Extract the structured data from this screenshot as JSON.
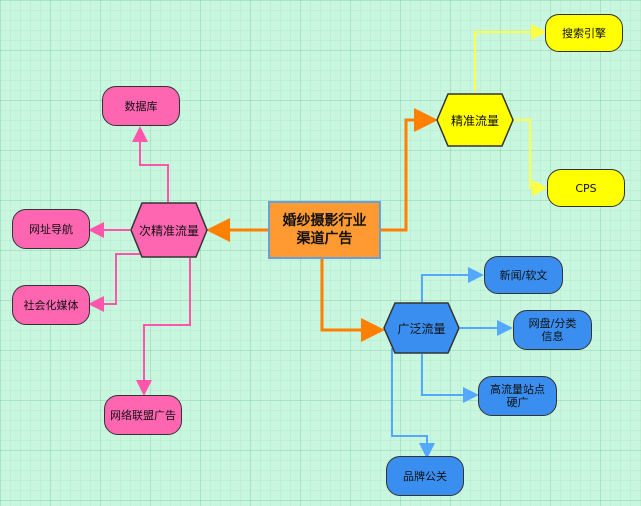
{
  "diagram": {
    "center": {
      "title": "婚纱摄影行业\n渠道广告"
    },
    "branches": {
      "precise": {
        "label": "精准流量",
        "children": [
          "搜索引擎",
          "CPS"
        ]
      },
      "sub_precise": {
        "label": "次精准流量",
        "children": [
          "数据库",
          "网址导航",
          "社会化媒体",
          "网络联盟广告"
        ]
      },
      "broad": {
        "label": "广泛流量",
        "children": [
          "新闻/软文",
          "网盘/分类信息",
          "高流量站点硬广",
          "品牌公关"
        ]
      }
    },
    "colors": {
      "center_fill": "#ff9a33",
      "precise_fill": "#ffff00",
      "sub_precise_fill": "#ff66b2",
      "broad_fill": "#3a8ef0",
      "orange_line": "#ff7f00"
    }
  }
}
